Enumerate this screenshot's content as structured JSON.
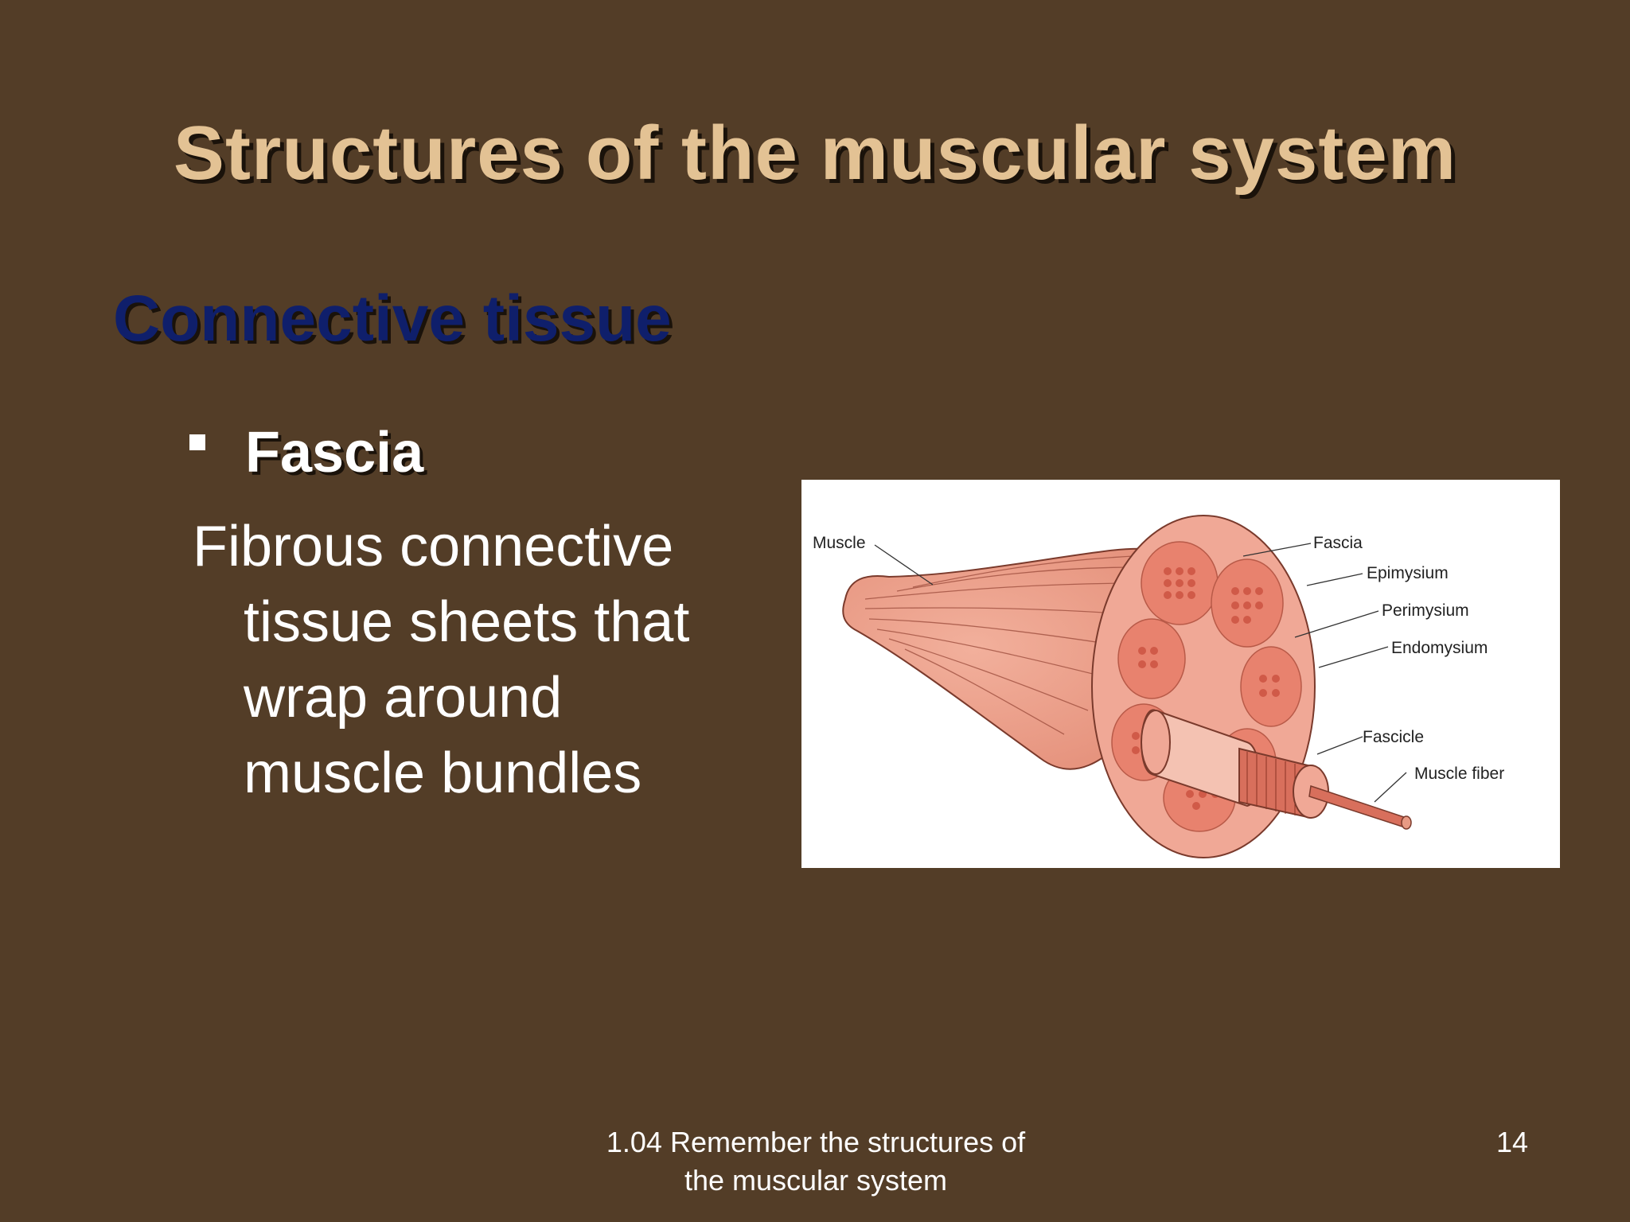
{
  "slide": {
    "title": "Structures of the muscular system",
    "subtitle": "Connective tissue",
    "bullet": "Fascia",
    "body_lines": [
      "Fibrous connective",
      "tissue sheets that",
      "wrap around",
      "muscle bundles"
    ],
    "footer_lines": [
      "1.04 Remember the structures of",
      "the muscular system"
    ],
    "page_number": "14"
  },
  "figure": {
    "labels": {
      "muscle": "Muscle",
      "fascia": "Fascia",
      "epimysium": "Epimysium",
      "perimysium": "Perimysium",
      "endomysium": "Endomysium",
      "fascicle": "Fascicle",
      "muscle_fiber": "Muscle fiber"
    }
  },
  "colors": {
    "background": "#533d27",
    "title": "#e3c294",
    "subtitle": "#0f1f6b",
    "text": "#ffffff",
    "muscle": "#e89a84",
    "muscle_dark": "#d86f5c"
  }
}
